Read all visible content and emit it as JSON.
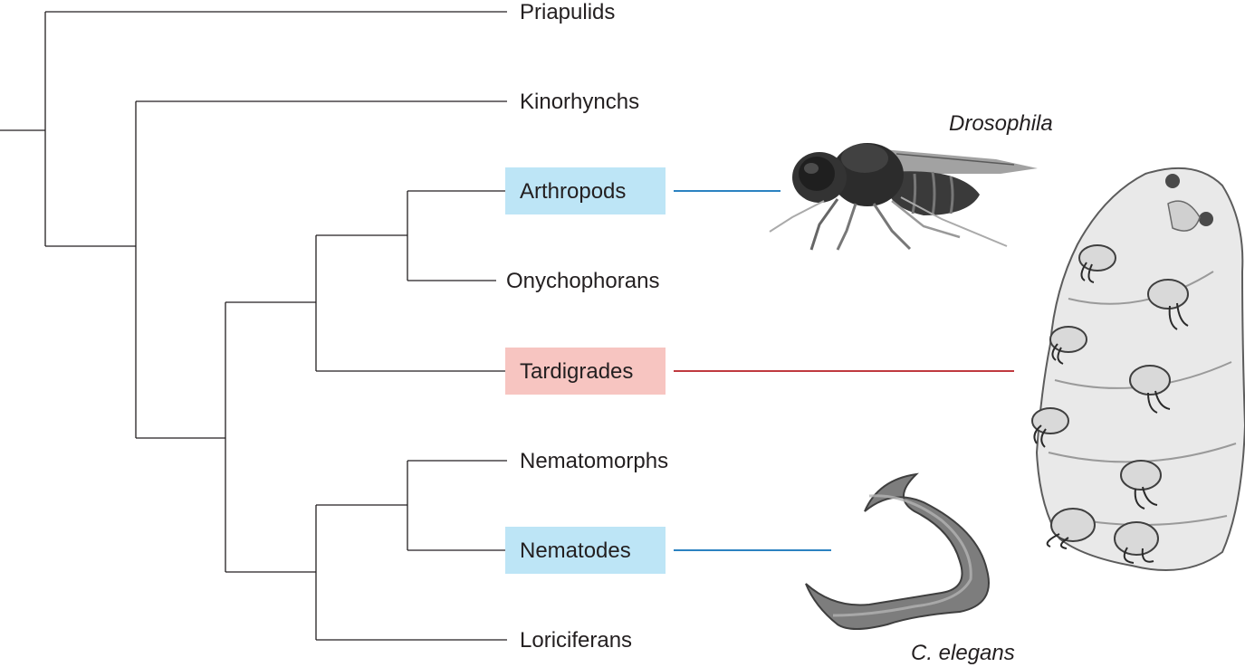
{
  "colors": {
    "highlight_blue": "#bde5f6",
    "highlight_pink": "#f7c5c1",
    "connector_blue": "#2b82c1",
    "connector_red": "#c03a3f",
    "line": "#231f20"
  },
  "taxa": [
    {
      "id": "priapulids",
      "label": "Priapulids",
      "highlight": "none"
    },
    {
      "id": "kinorhynchs",
      "label": "Kinorhynchs",
      "highlight": "none"
    },
    {
      "id": "arthropods",
      "label": "Arthropods",
      "highlight": "blue"
    },
    {
      "id": "onychophorans",
      "label": "Onychophorans",
      "highlight": "none"
    },
    {
      "id": "tardigrades",
      "label": "Tardigrades",
      "highlight": "pink"
    },
    {
      "id": "nematomorphs",
      "label": "Nematomorphs",
      "highlight": "none"
    },
    {
      "id": "nematodes",
      "label": "Nematodes",
      "highlight": "blue"
    },
    {
      "id": "loriciferans",
      "label": "Loriciferans",
      "highlight": "none"
    }
  ],
  "species": {
    "drosophila": {
      "label": "Drosophila",
      "links_to": "arthropods",
      "icon": "fly-icon"
    },
    "c_elegans": {
      "label": "C. elegans",
      "links_to": "nematodes",
      "icon": "worm-icon"
    },
    "tardigrade": {
      "label": "",
      "links_to": "tardigrades",
      "icon": "tardigrade-icon"
    }
  }
}
